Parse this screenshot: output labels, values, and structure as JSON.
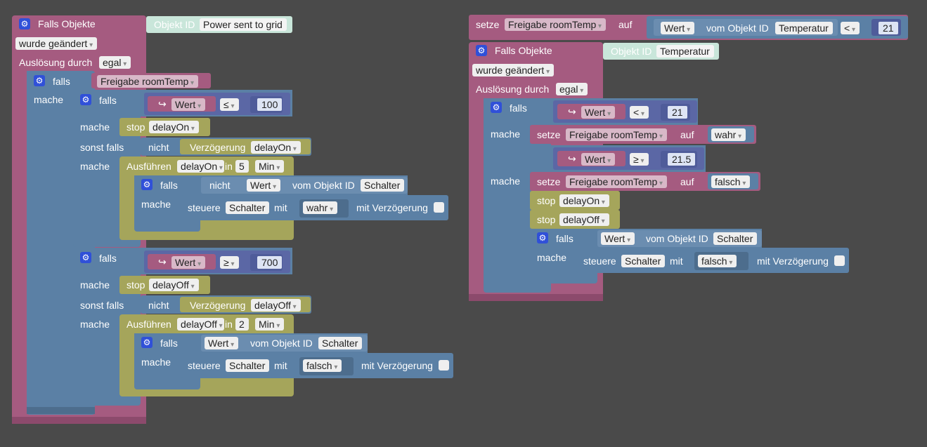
{
  "colors": {
    "background": "#4a4a4a",
    "event": "#a55b80",
    "logic": "#5b80a5",
    "timer": "#a5a55b",
    "math": "#5b67a5",
    "object_id": "#c9e6da"
  },
  "icons": {
    "gear": "gear-icon",
    "return_arrow": "return-arrow-icon"
  },
  "common": {
    "falls": "falls",
    "mache": "mache",
    "sonst_falls": "sonst falls",
    "nicht": "nicht",
    "stop": "stop",
    "verzoegerung": "Verzögerung",
    "ausfuehren": "Ausführen",
    "in": "in",
    "min": "Min",
    "wert": "Wert",
    "vom_objekt_id": "vom Objekt ID",
    "steuere": "steuere",
    "mit": "mit",
    "mit_verzoegerung": "mit Verzögerung",
    "objekt_id": "Objekt ID",
    "setze": "setze",
    "auf": "auf",
    "falls_objekte": "Falls Objekte",
    "wurde_geaendert": "wurde geändert",
    "ausloesung_durch": "Auslösung durch",
    "egal": "egal",
    "arrow": "↪"
  },
  "left": {
    "object_id": "Power sent to grid",
    "condition_var": "Freigabe roomTemp",
    "if1": {
      "op": "≤",
      "value": "100",
      "stop_var": "delayOn",
      "timer_var": "delayOn",
      "delay": "5",
      "target": "Schalter",
      "set_value": "wahr"
    },
    "if2": {
      "op": "≥",
      "value": "700",
      "stop_var": "delayOff",
      "timer_var": "delayOff",
      "delay": "2",
      "target": "Schalter",
      "set_value": "falsch"
    }
  },
  "right": {
    "top": {
      "var": "Freigabe roomTemp",
      "source": "Temperatur",
      "op": "<",
      "value": "21"
    },
    "object_id": "Temperatur",
    "if1": {
      "op": "<",
      "value": "21",
      "var": "Freigabe roomTemp",
      "set_value": "wahr"
    },
    "elif": {
      "op": "≥",
      "value": "21.5",
      "var": "Freigabe roomTemp",
      "set_value": "falsch",
      "stop1": "delayOn",
      "stop2": "delayOff",
      "target": "Schalter",
      "ctrl_value": "falsch"
    }
  }
}
